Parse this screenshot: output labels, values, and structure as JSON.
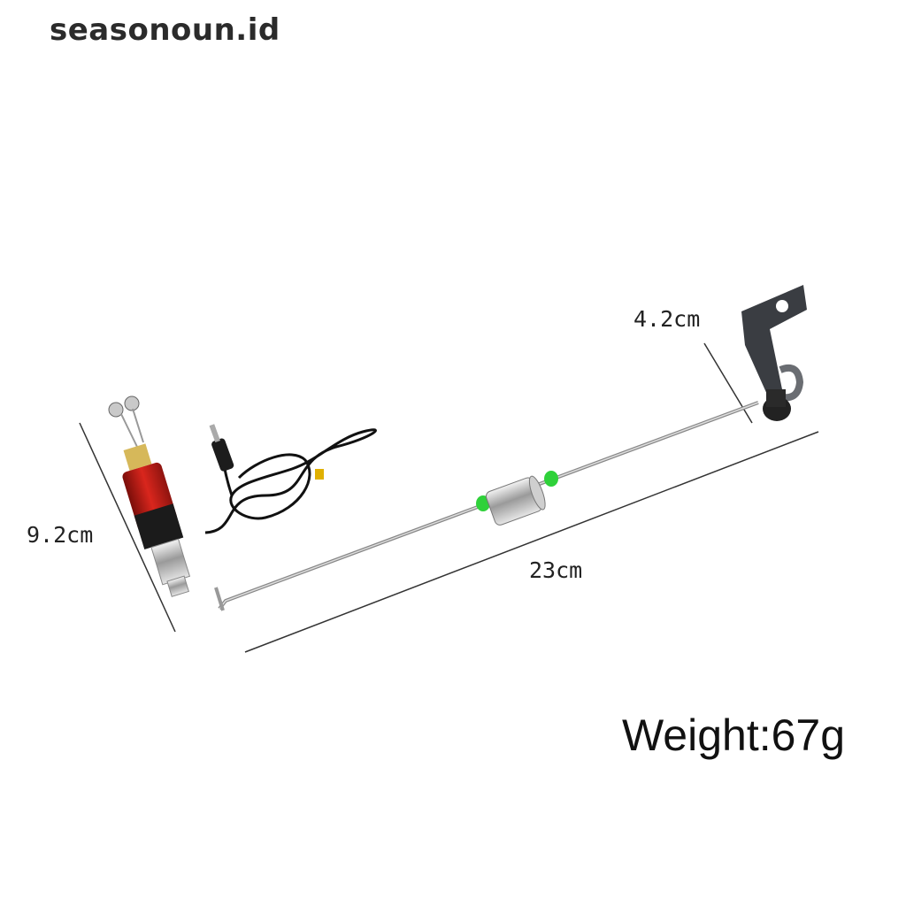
{
  "watermark": "seasonoun.id",
  "dimensions": {
    "height": "9.2cm",
    "length": "23cm",
    "bracket": "4.2cm"
  },
  "weight": "Weight:67g",
  "colors": {
    "indicator_body": "#c0201a",
    "beads": "#2fd13a",
    "bracket": "#3a3d42",
    "rod": "#b9b9b9"
  }
}
